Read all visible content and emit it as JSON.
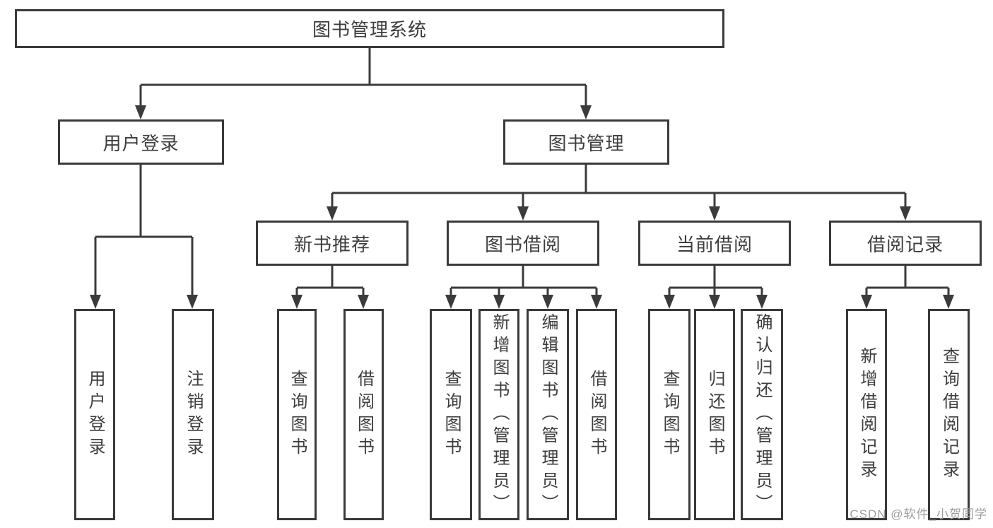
{
  "tree": {
    "root": "图书管理系统",
    "branches": [
      {
        "label": "用户登录",
        "children": [
          "用户登录",
          "注销登录"
        ]
      },
      {
        "label": "图书管理",
        "groups": [
          {
            "label": "新书推荐",
            "children": [
              "查询图书",
              "借阅图书"
            ]
          },
          {
            "label": "图书借阅",
            "children": [
              "查询图书",
              "新增图书（管理员）",
              "编辑图书（管理员）",
              "借阅图书"
            ]
          },
          {
            "label": "当前借阅",
            "children": [
              "查询图书",
              "归还图书",
              "确认归还（管理员）"
            ]
          },
          {
            "label": "借阅记录",
            "children": [
              "新增借阅记录",
              "查询借阅记录"
            ]
          }
        ]
      }
    ]
  },
  "watermark": {
    "text": "CSDN @软件_小贺同学"
  },
  "colors": {
    "line": "#3b3b3b",
    "border": "#3a3a3a",
    "text": "#3d3d3d",
    "watermark_text": "#9e9e9e",
    "background": "#ffffff"
  }
}
